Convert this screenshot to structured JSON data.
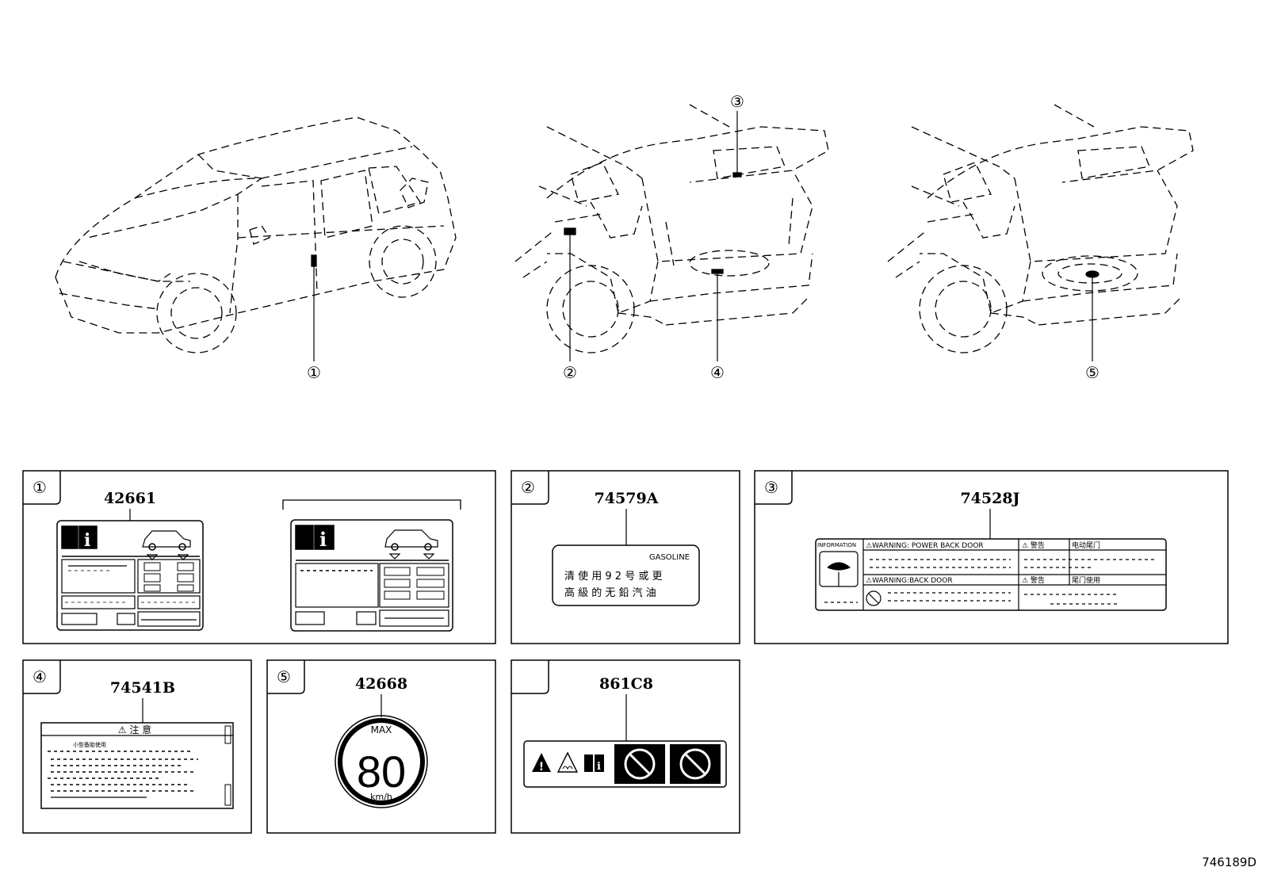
{
  "callouts": {
    "c1": "①",
    "c2": "②",
    "c3": "③",
    "c4": "④",
    "c5": "⑤"
  },
  "panels": [
    {
      "badge": "①",
      "part": "42661"
    },
    {
      "badge": "②",
      "part": "74579A",
      "label_brand": "GASOLINE",
      "label_line1": "清 使 用 9 2 号 或 更",
      "label_line2": "高 級 的 无 鉛 汽 油"
    },
    {
      "badge": "③",
      "part": "74528J",
      "row1_head": "INFORMATION",
      "row1_warn": "⚠WARNING: POWER BACK DOOR",
      "row1_jp": "⚠ 警告",
      "row1_cn": "电动尾门",
      "row2_warn": "⚠WARNING:BACK DOOR",
      "row2_jp": "⚠ 警告",
      "row2_cn": "尾门使用"
    },
    {
      "badge": "④",
      "part": "74541B",
      "label_title": "⚠ 注  意",
      "label_sub": "小型备胎使用"
    },
    {
      "badge": "⑤",
      "part": "42668",
      "sign_top": "MAX",
      "sign_value": "80",
      "sign_unit": "km/h"
    },
    {
      "badge": "",
      "part": "861C8"
    }
  ],
  "diagram_id": "746189D"
}
